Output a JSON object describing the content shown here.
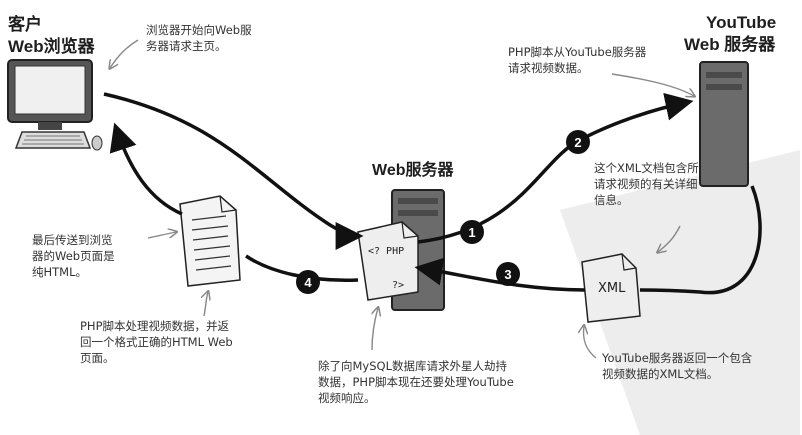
{
  "labels": {
    "client_line1": "客户",
    "client_line2": "Web浏览器",
    "web_server": "Web服务器",
    "youtube_line1": "YouTube",
    "youtube_line2": "Web 服务器"
  },
  "notes": {
    "browser_request": [
      "浏览器开始向Web服",
      "务器请求主页。"
    ],
    "php_request": [
      "PHP脚本从YouTube服务器",
      "请求视频数据。"
    ],
    "xml_info": [
      "这个XML文档包含所",
      "请求视频的有关详细",
      "信息。"
    ],
    "final_send": [
      "最后传送到浏览",
      "器的Web页面是",
      "纯HTML。"
    ],
    "php_process": [
      "PHP脚本处理视频数据，并返",
      "回一个格式正确的HTML Web",
      "页面。"
    ],
    "mysql_note": [
      "除了向MySQL数据库请求外星人劫持",
      "数据，PHP脚本现在还要处理YouTube",
      "视频响应。"
    ],
    "youtube_returns": [
      "YouTube服务器返回一个包含",
      "视频数据的XML文档。"
    ]
  },
  "badges": {
    "b1": "1",
    "b2": "2",
    "b3": "3",
    "b4": "4"
  },
  "doc_labels": {
    "php_tag": "<? PHP",
    "php_close": "?>",
    "xml": "XML"
  }
}
